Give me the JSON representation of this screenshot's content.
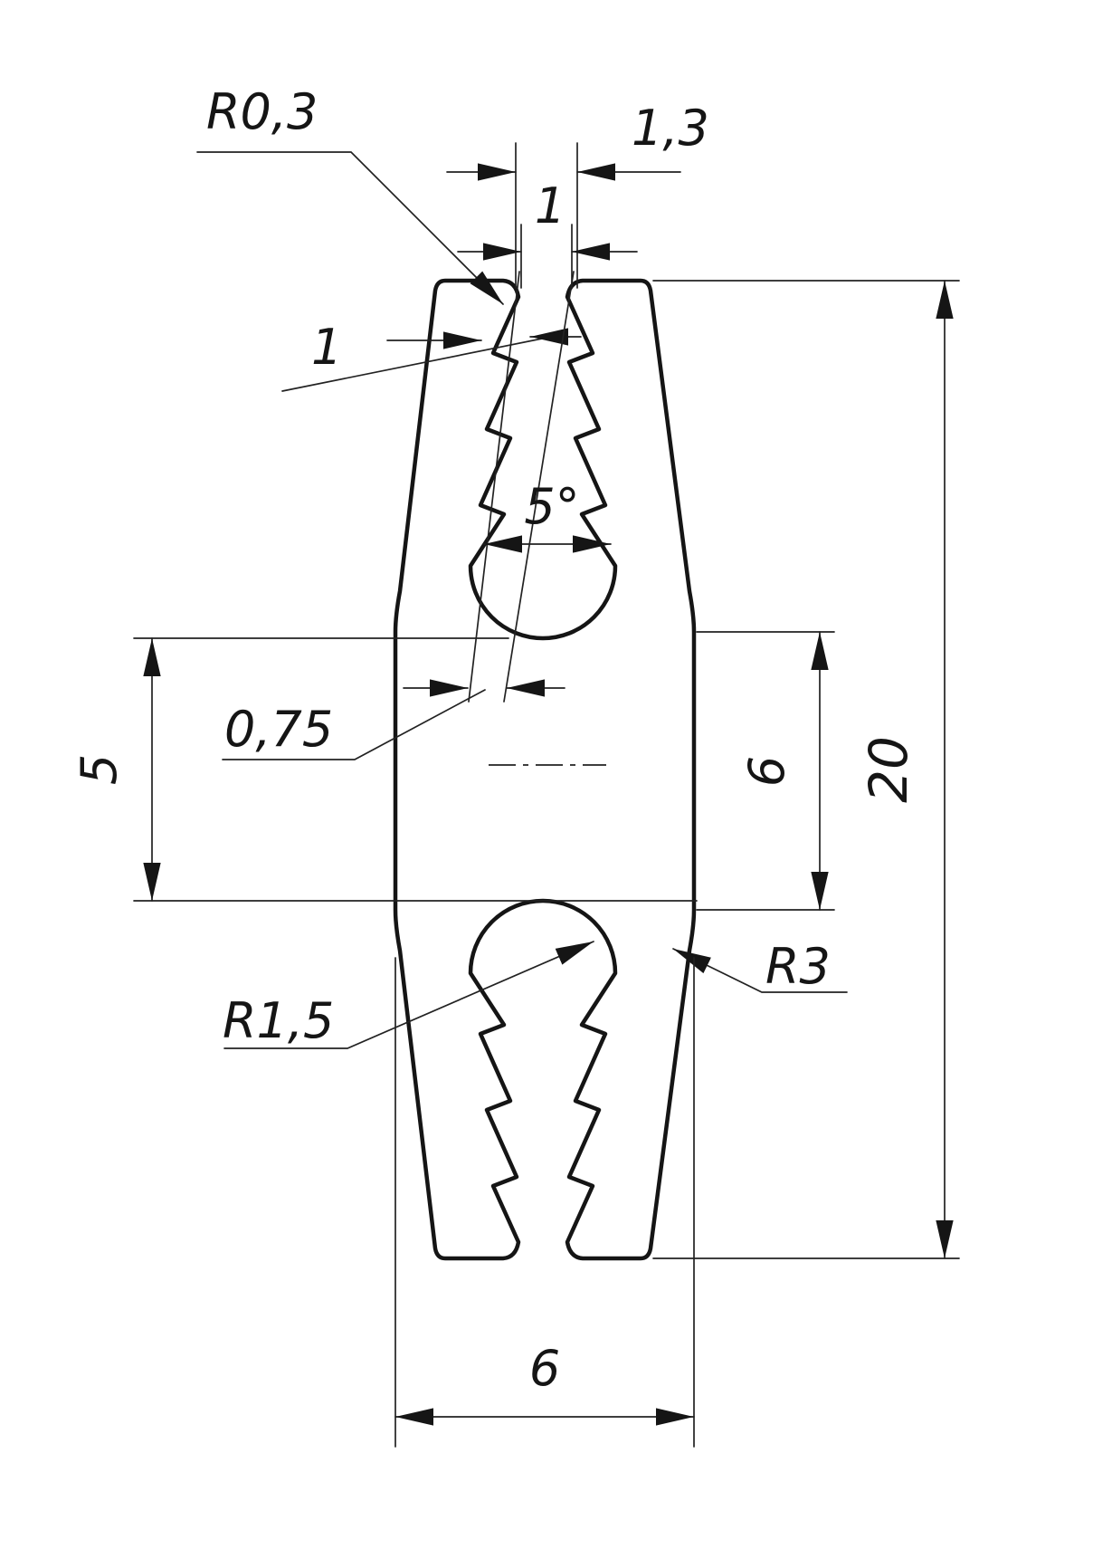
{
  "drawing": {
    "type": "technical-profile-cross-section",
    "labels": {
      "tip_radius": "R0,3",
      "slot_width_outer": "1,3",
      "slot_width_inner": "1",
      "tooth_depth": "1",
      "taper_angle": "5°",
      "wall_offset": "0,75",
      "mid_height": "5",
      "side_height": "6",
      "total_height": "20",
      "corner_radius": "R3",
      "slot_end_radius": "R1,5",
      "total_width": "6"
    },
    "colors": {
      "line": "#151515",
      "background": "#ffffff"
    }
  }
}
